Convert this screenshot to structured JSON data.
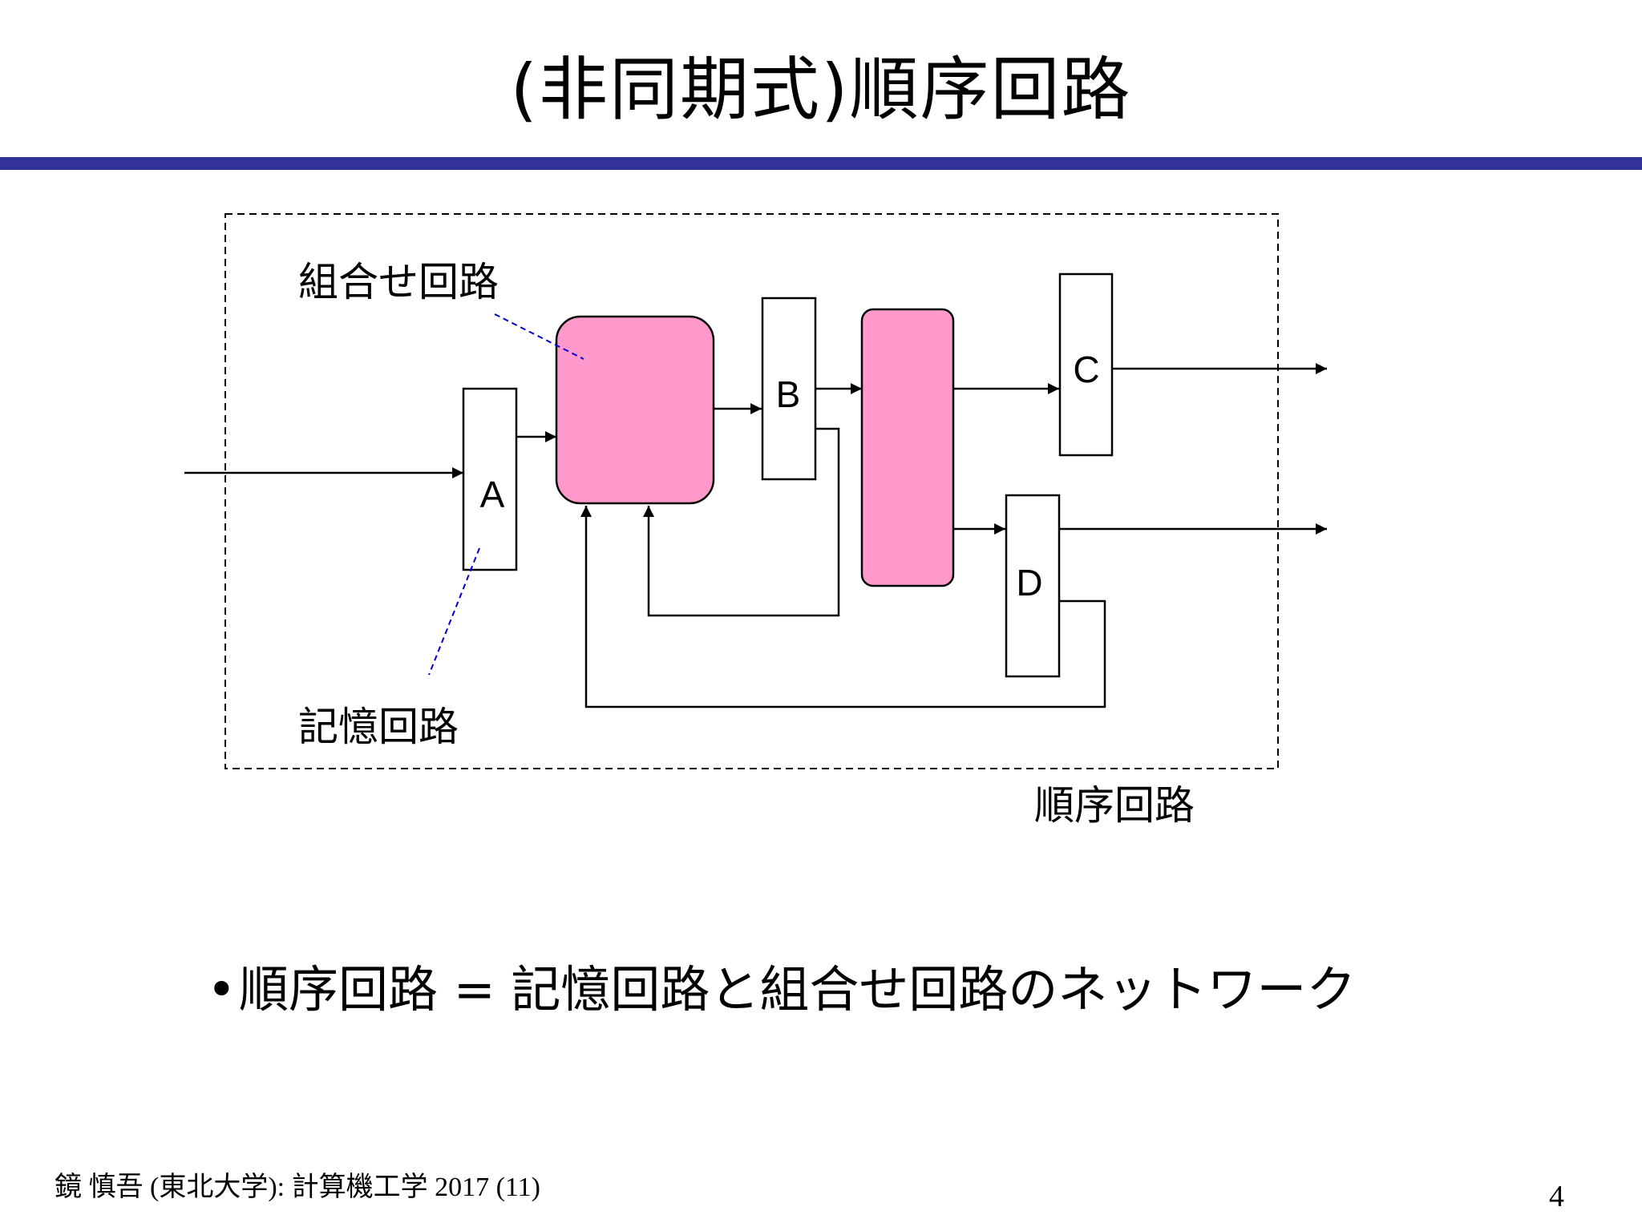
{
  "slide": {
    "title": "(非同期式)順序回路",
    "bullet": "順序回路 = 記憶回路と組合せ回路のネットワーク",
    "footer": "鏡 慎吾 (東北大学): 計算機工学 2017 (11)",
    "page_number": "4"
  },
  "diagram": {
    "labels": {
      "combinational": "組合せ回路",
      "memory": "記憶回路",
      "sequential": "順序回路"
    },
    "blocks": {
      "a": "A",
      "b": "B",
      "c": "C",
      "d": "D"
    },
    "colors": {
      "combinational_fill": "#ff99cc",
      "annotation_line": "#0000cc",
      "title_rule": "#333399"
    }
  }
}
